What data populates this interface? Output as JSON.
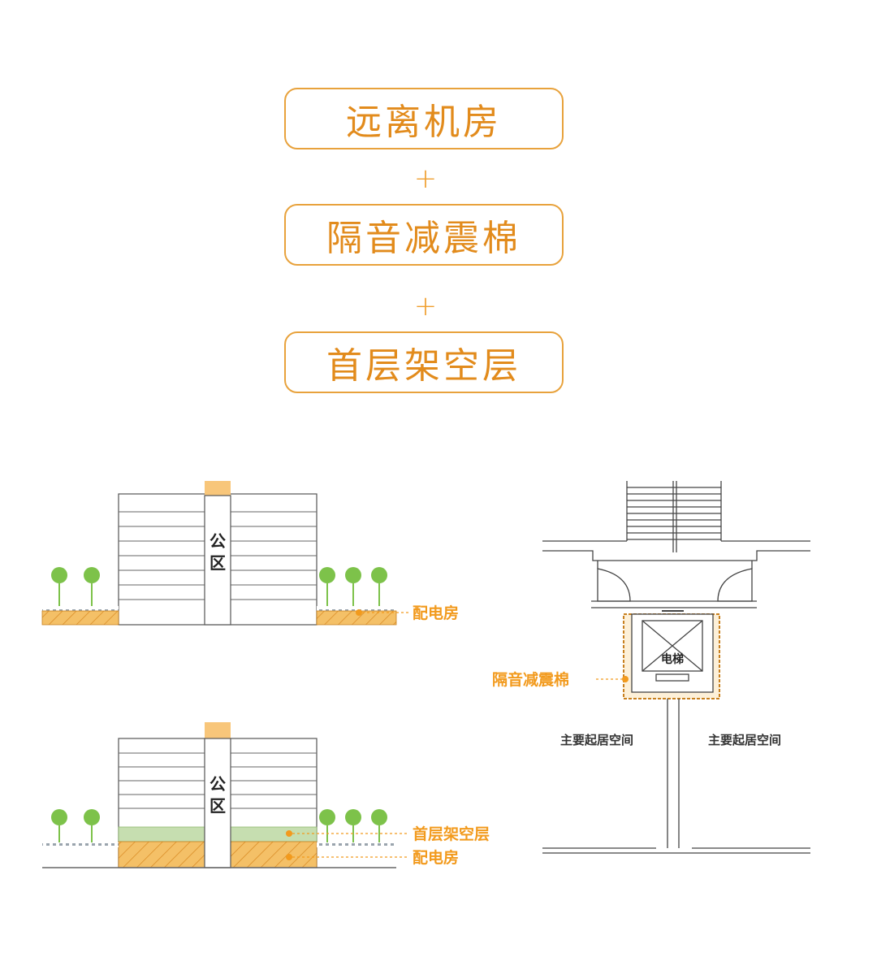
{
  "header": {
    "pill1": "远离机房",
    "plus1": "+",
    "pill2": "隔音减震棉",
    "plus2": "+",
    "pill3": "首层架空层"
  },
  "diagram_top": {
    "tower_label_1": "公",
    "tower_label_2": "区",
    "callout_power": "配电房"
  },
  "diagram_bottom": {
    "tower_label_1": "公",
    "tower_label_2": "区",
    "callout_podium": "首层架空层",
    "callout_power": "配电房"
  },
  "plan": {
    "elevator_label": "电梯",
    "insulation_callout": "隔音减震棉",
    "room_left": "主要起居空间",
    "room_right": "主要起居空间"
  },
  "colors": {
    "accent": "#e8a23c",
    "orange_text": "#f29a1d",
    "tree_green": "#7dc24a",
    "podium_green": "#c6deb0",
    "hatch_orange": "#f4c067",
    "tower_cap": "#f8c67a"
  }
}
